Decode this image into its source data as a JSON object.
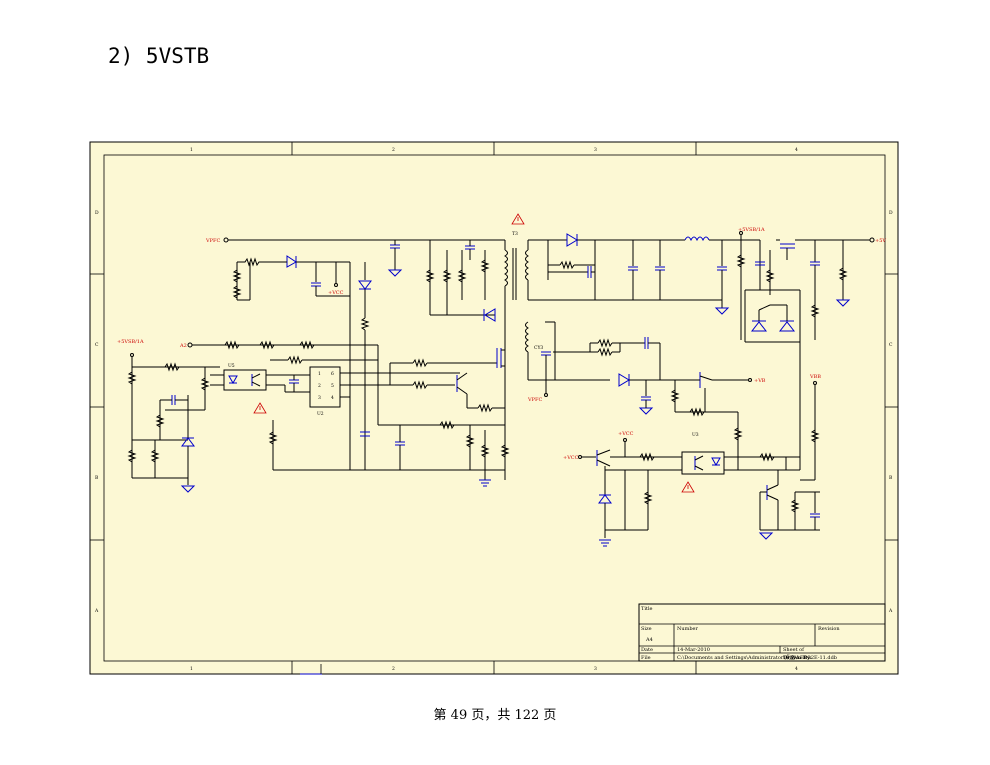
{
  "page_heading": "2) 5VSTB",
  "footer": "第 49 页，共 122 页",
  "colors": {
    "sheet_background": "#fcf8d4",
    "wire": "#000000",
    "component": "#0000cc",
    "net_label": "#cc0000",
    "warning": "#cc0000"
  },
  "frame": {
    "column_labels": [
      "1",
      "2",
      "3",
      "4"
    ],
    "row_labels": [
      "D",
      "C",
      "B",
      "A"
    ]
  },
  "net_labels": {
    "vpfc_in": "VPFC",
    "vpfc_aux": "VPFC",
    "plus_5v_out": "+5V",
    "plus_5vsb_1": "+5VSB/1A",
    "plus_5vsb_2": "+5VSB/1A",
    "a2": "A2",
    "vcc_1": "+VCC",
    "vcc_2": "+VCC",
    "vcc_3": "+VCC",
    "plus_vb": "+VB",
    "vbb": "VBB"
  },
  "designators": {
    "transformer": "T3",
    "ic_controller": "U2",
    "opto_1": "U5",
    "opto_2": "U3",
    "ic_label_2": "U2",
    "cap_cy3": "CY3"
  },
  "ic_pins": [
    "1",
    "6",
    "2",
    "5",
    "3",
    "4"
  ],
  "title_block": {
    "title_label": "Title",
    "size_label": "Size",
    "size_value": "A4",
    "number_label": "Number",
    "revision_label": "Revision",
    "date_label": "Date",
    "date_value": "14-Mar-2010",
    "sheet_label": "Sheet   of",
    "file_label": "File",
    "file_value": "C:\\Documents and Settings\\Administrator\\桌面\\LED32E-11.ddb",
    "drawn_label": "Drawn By:"
  }
}
